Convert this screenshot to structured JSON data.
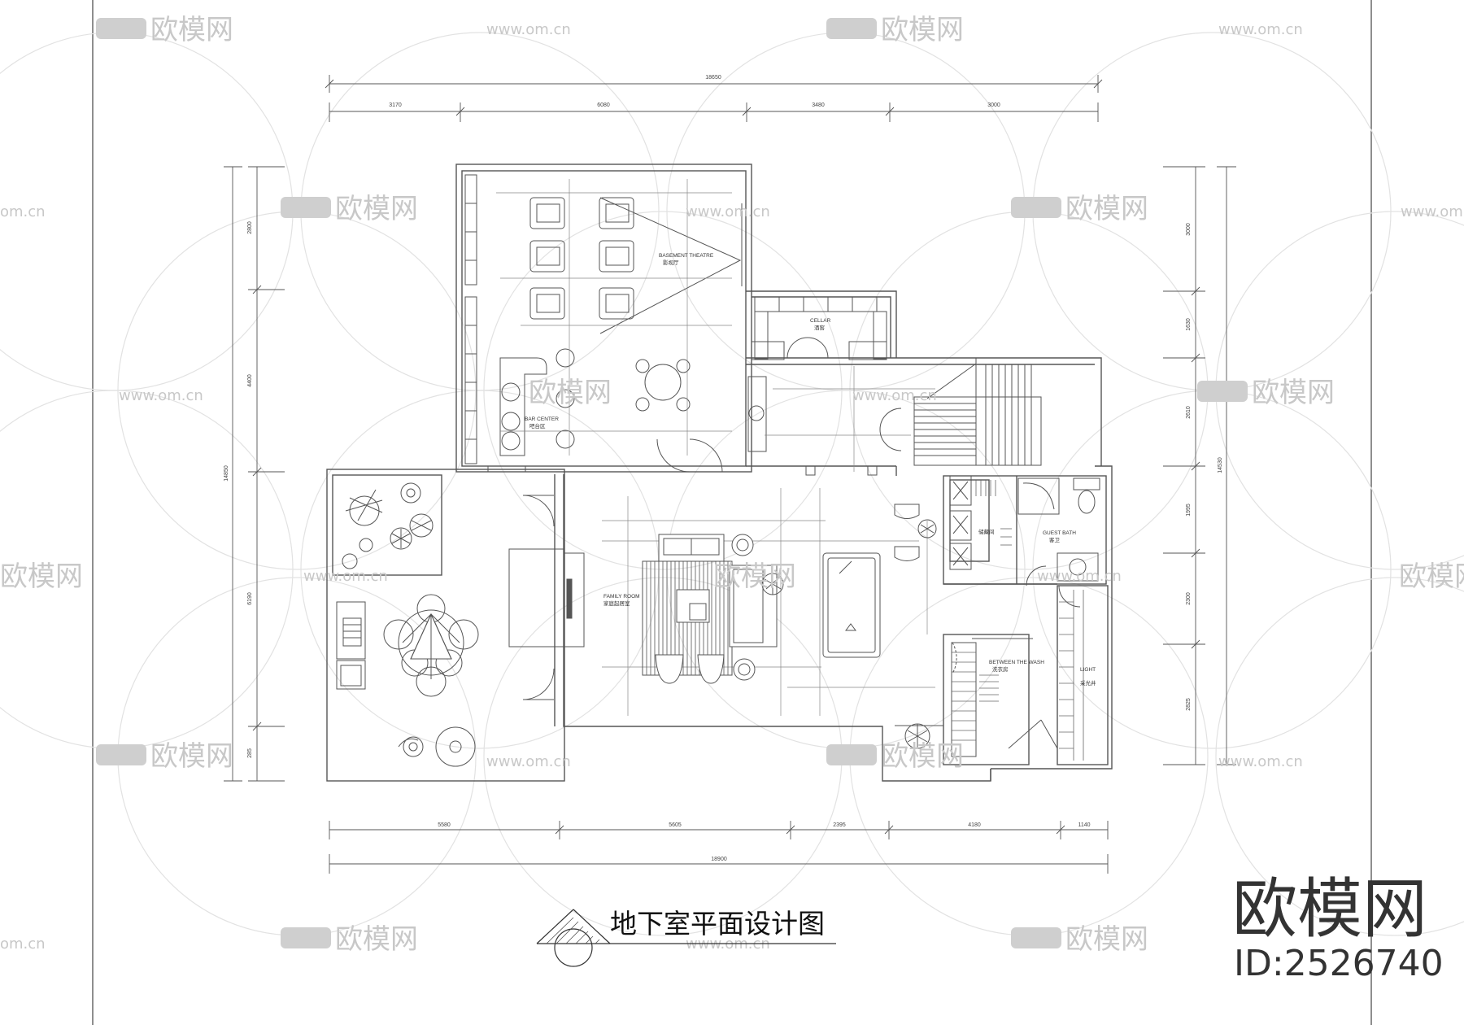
{
  "drawing": {
    "title": "地下室平面设计图",
    "stroke_color": "#555555",
    "watermark_color": "#c8c8c8"
  },
  "dimensions": {
    "top_total": "18650",
    "top_segments": [
      "3170",
      "6080",
      "3480",
      "3000"
    ],
    "bottom_total": "18900",
    "bottom_segments": [
      "5580",
      "5605",
      "2395",
      "4180",
      "1140"
    ],
    "left_total": "14850",
    "left_segments": [
      "2800",
      "4400",
      "6190",
      "285"
    ],
    "right_total": "14530",
    "right_segments": [
      "3000",
      "1630",
      "2610",
      "1995",
      "2300",
      "2825"
    ]
  },
  "rooms": {
    "theatre_en": "BASEMENT THEATRE",
    "theatre_cn": "影视厅",
    "cellar_en": "CELLAR",
    "cellar_cn": "酒窖",
    "bar_en": "BAR CENTER",
    "bar_cn": "吧台区",
    "family_en": "FAMILY ROOM",
    "family_cn": "家庭起居室",
    "guest_bath_en": "GUEST BATH",
    "guest_bath_cn": "客卫",
    "storage_cn": "储藏间",
    "between_en": "BETWEEN THE WASH",
    "between_cn": "洗衣房",
    "light_en": "LIGHT",
    "light_cn": "采光井"
  },
  "brand": {
    "watermark_cn": "欧模网",
    "watermark_url": "www.om.cn",
    "watermark_short": "om.cn",
    "logo": "欧模网",
    "id": "ID:2526740"
  }
}
